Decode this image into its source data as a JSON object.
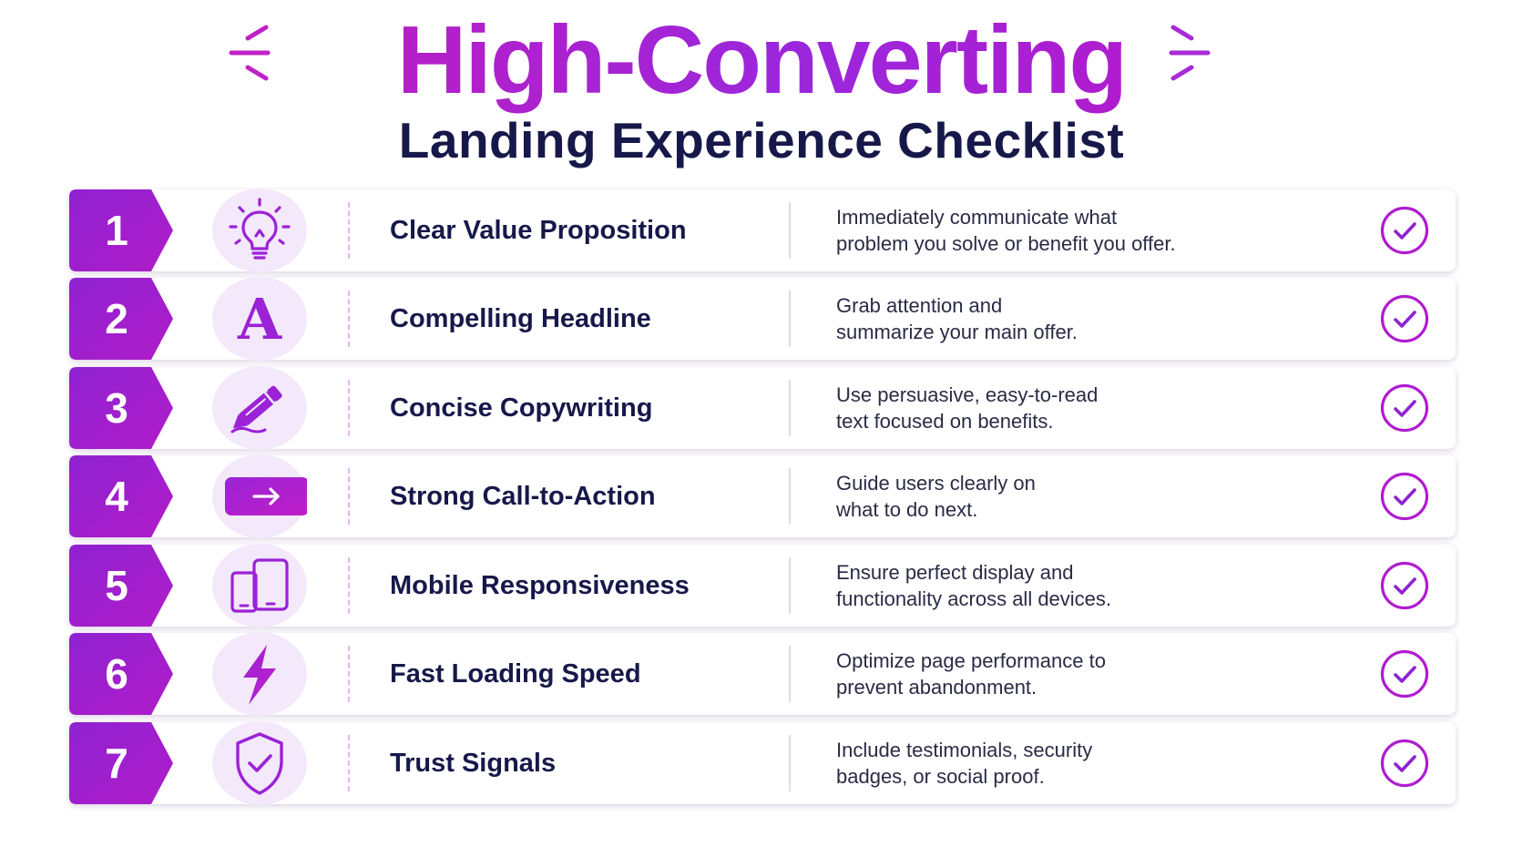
{
  "header": {
    "title": "High-Converting",
    "subtitle": "Landing Experience Checklist"
  },
  "colors": {
    "accent_purple": "#9b22d6",
    "accent_magenta": "#b71ccc",
    "navy": "#17184a",
    "icon_bg": "#f3e9fb"
  },
  "items": [
    {
      "number": "1",
      "title": "Clear Value Proposition",
      "line1": "Immediately communicate what",
      "line2": "problem you solve or benefit you offer.",
      "icon": "lightbulb-icon"
    },
    {
      "number": "2",
      "title": "Compelling Headline",
      "line1": "Grab attention and",
      "line2": "summarize your main offer.",
      "icon": "letter-a-icon",
      "icon_glyph": "A"
    },
    {
      "number": "3",
      "title": "Concise Copywriting",
      "line1": "Use persuasive, easy-to-read",
      "line2": "text focused on benefits.",
      "icon": "pen-icon"
    },
    {
      "number": "4",
      "title": "Strong Call-to-Action",
      "line1": "Guide users clearly on",
      "line2": "what to do next.",
      "icon": "arrow-button-icon"
    },
    {
      "number": "5",
      "title": "Mobile Responsiveness",
      "line1": "Ensure perfect display and",
      "line2": "functionality across all devices.",
      "icon": "devices-icon"
    },
    {
      "number": "6",
      "title": "Fast Loading Speed",
      "line1": "Optimize page performance to",
      "line2": "prevent abandonment.",
      "icon": "lightning-icon"
    },
    {
      "number": "7",
      "title": "Trust Signals",
      "line1": "Include testimonials, security",
      "line2": "badges, or social proof.",
      "icon": "shield-check-icon"
    }
  ]
}
